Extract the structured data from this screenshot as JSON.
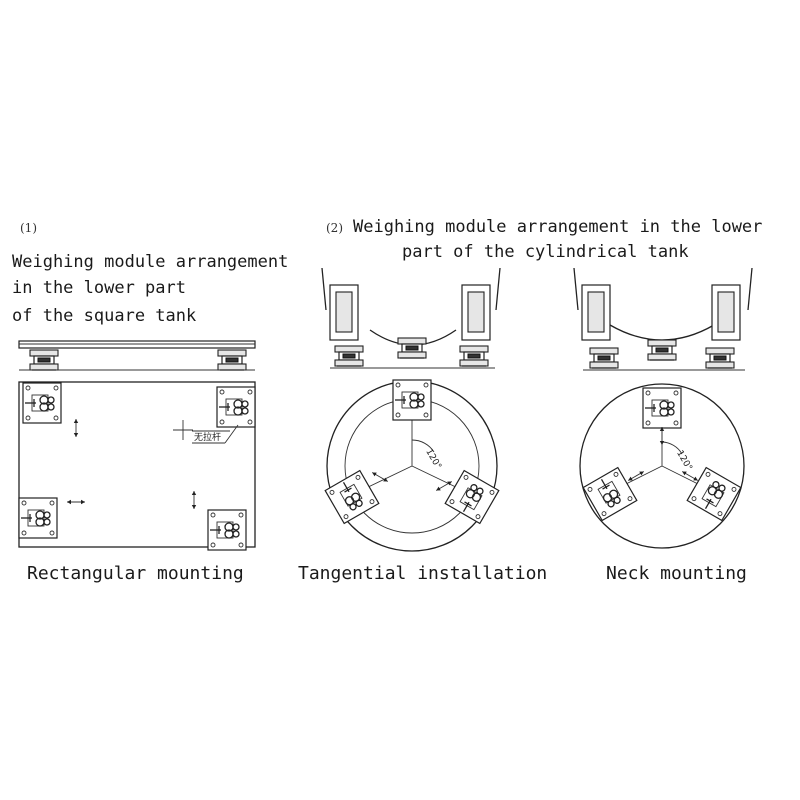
{
  "section1": {
    "number": "(1)",
    "title_lines": [
      "Weighing module arrangement",
      "in the lower part",
      "of the square tank"
    ],
    "annotation": "无拉杆",
    "caption": "Rectangular mounting"
  },
  "section2": {
    "number": "(2)",
    "title_lines": [
      "Weighing module arrangement in the lower",
      "part of the cylindrical tank"
    ],
    "tangential": {
      "angle_label": "120°",
      "caption": "Tangential installation"
    },
    "neck": {
      "angle_label": "120°",
      "caption": "Neck mounting"
    }
  }
}
